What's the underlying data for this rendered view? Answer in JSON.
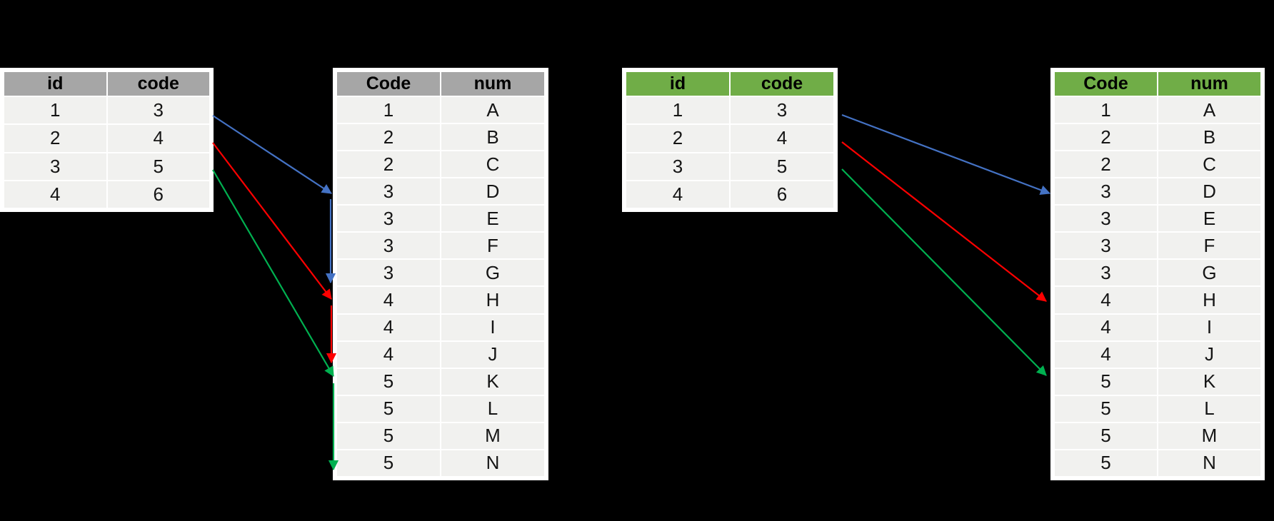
{
  "colors": {
    "background": "#000000",
    "arrow_blue": "#4472C4",
    "arrow_red": "#FF0000",
    "arrow_green": "#00B050",
    "header_gray": "#A6A6A6",
    "header_green": "#70AD47",
    "row_fill": "#F1F1EF",
    "grid_white": "#FFFFFF",
    "cell_text": "#151515"
  },
  "tables": [
    {
      "id": "left-source",
      "name": "left-diagram-source-table",
      "header_style": "gray",
      "row_class": "rows-tall",
      "columns": [
        "id",
        "code"
      ],
      "rows": [
        [
          "1",
          "3"
        ],
        [
          "2",
          "4"
        ],
        [
          "3",
          "5"
        ],
        [
          "4",
          "6"
        ]
      ]
    },
    {
      "id": "left-lookup",
      "name": "left-diagram-lookup-table",
      "header_style": "gray",
      "row_class": "rows-std",
      "columns": [
        "Code",
        "num"
      ],
      "rows": [
        [
          "1",
          "A"
        ],
        [
          "2",
          "B"
        ],
        [
          "2",
          "C"
        ],
        [
          "3",
          "D"
        ],
        [
          "3",
          "E"
        ],
        [
          "3",
          "F"
        ],
        [
          "3",
          "G"
        ],
        [
          "4",
          "H"
        ],
        [
          "4",
          "I"
        ],
        [
          "4",
          "J"
        ],
        [
          "5",
          "K"
        ],
        [
          "5",
          "L"
        ],
        [
          "5",
          "M"
        ],
        [
          "5",
          "N"
        ]
      ]
    },
    {
      "id": "right-source",
      "name": "right-diagram-source-table",
      "header_style": "green",
      "row_class": "rows-tall",
      "columns": [
        "id",
        "code"
      ],
      "rows": [
        [
          "1",
          "3"
        ],
        [
          "2",
          "4"
        ],
        [
          "3",
          "5"
        ],
        [
          "4",
          "6"
        ]
      ]
    },
    {
      "id": "right-lookup",
      "name": "right-diagram-lookup-table",
      "header_style": "green",
      "row_class": "rows-std",
      "columns": [
        "Code",
        "num"
      ],
      "rows": [
        [
          "1",
          "A"
        ],
        [
          "2",
          "B"
        ],
        [
          "2",
          "C"
        ],
        [
          "3",
          "D"
        ],
        [
          "3",
          "E"
        ],
        [
          "3",
          "F"
        ],
        [
          "3",
          "G"
        ],
        [
          "4",
          "H"
        ],
        [
          "4",
          "I"
        ],
        [
          "4",
          "J"
        ],
        [
          "5",
          "K"
        ],
        [
          "5",
          "L"
        ],
        [
          "5",
          "M"
        ],
        [
          "5",
          "N"
        ]
      ]
    }
  ],
  "arrows": [
    {
      "name": "left-blue-join-arrow",
      "color": "arrow_blue",
      "segments": [
        [
          298,
          162,
          464,
          271
        ],
        [
          463,
          279,
          463,
          396
        ]
      ]
    },
    {
      "name": "left-red-join-arrow",
      "color": "arrow_red",
      "segments": [
        [
          298,
          200,
          464,
          419
        ],
        [
          464,
          428,
          464,
          508
        ]
      ]
    },
    {
      "name": "left-green-join-arrow",
      "color": "arrow_green",
      "segments": [
        [
          298,
          238,
          467,
          527
        ],
        [
          467,
          537,
          467,
          658
        ]
      ]
    },
    {
      "name": "right-blue-join-arrow",
      "color": "arrow_blue",
      "segments": [
        [
          1179,
          161,
          1470,
          271
        ]
      ]
    },
    {
      "name": "right-red-join-arrow",
      "color": "arrow_red",
      "segments": [
        [
          1179,
          199,
          1465,
          422
        ]
      ]
    },
    {
      "name": "right-green-join-arrow",
      "color": "arrow_green",
      "segments": [
        [
          1179,
          237,
          1465,
          526
        ]
      ]
    }
  ]
}
